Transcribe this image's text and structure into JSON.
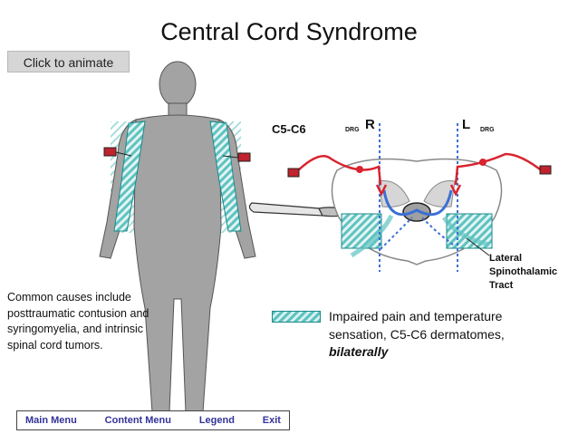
{
  "title": "Central Cord Syndrome",
  "animate_button": "Click to animate",
  "spinal_level": "C5-C6",
  "side_right": "R",
  "side_left": "L",
  "drg_label": "DRG",
  "tract_label": [
    "Lateral",
    "Spinothalamic",
    "Tract"
  ],
  "causes_text": "Common causes include posttraumatic contusion and syringomyelia, and intrinsic spinal cord tumors.",
  "legend": {
    "text": "Impaired pain and temperature sensation, C5-C6 dermatomes,",
    "emphasis": "bilaterally"
  },
  "menu": [
    "Main Menu",
    "Content Menu",
    "Legend",
    "Exit"
  ],
  "colors": {
    "teal": "#5ec3c1",
    "fiber_red": "#d9232e",
    "fiber_blue": "#3b6fd4",
    "body_gray": "#9a9a9a"
  },
  "icons": [
    "pin-icon",
    "scalpel-icon"
  ]
}
